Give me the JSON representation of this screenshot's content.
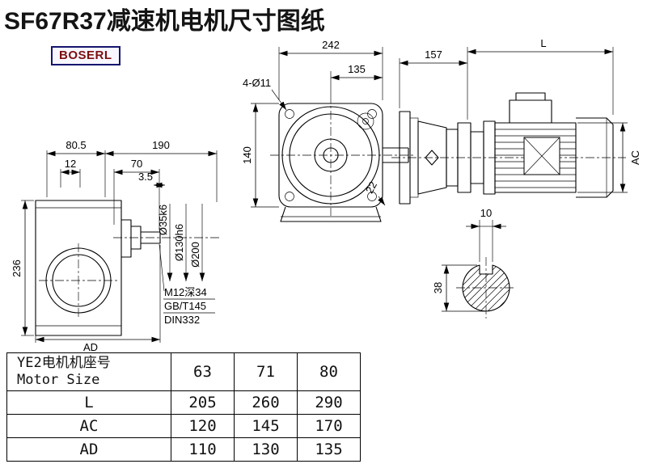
{
  "title": "SF67R37减速机电机尺寸图纸",
  "logo": "BOSERL",
  "left_view": {
    "d80_5": "80.5",
    "d190": "190",
    "d12": "12",
    "d70": "70",
    "d3_5": "3.5",
    "d236": "236",
    "dAD": "AD",
    "dia35": "Ø35k6",
    "dia130": "Ø130h6",
    "dia200": "Ø200",
    "tap1": "M12深34",
    "tap2": "GB/T145",
    "tap3": "DIN332"
  },
  "front_view": {
    "d242": "242",
    "d135": "135",
    "holes": "4-Ø11",
    "d140": "140",
    "d22": "22"
  },
  "side_view": {
    "d157": "157",
    "dL": "L",
    "dAC": "AC"
  },
  "shaft_view": {
    "d10": "10",
    "d38": "38"
  },
  "table": {
    "header_cn": "YE2电机机座号",
    "header_en": "Motor Size",
    "sizes": [
      "63",
      "71",
      "80"
    ],
    "rows": [
      {
        "label": "L",
        "values": [
          "205",
          "260",
          "290"
        ]
      },
      {
        "label": "AC",
        "values": [
          "120",
          "145",
          "170"
        ]
      },
      {
        "label": "AD",
        "values": [
          "110",
          "130",
          "135"
        ]
      }
    ]
  },
  "colors": {
    "line": "#000000",
    "title_text": "#141414",
    "logo_text": "#7c0f0f",
    "logo_border": "#15156e"
  }
}
